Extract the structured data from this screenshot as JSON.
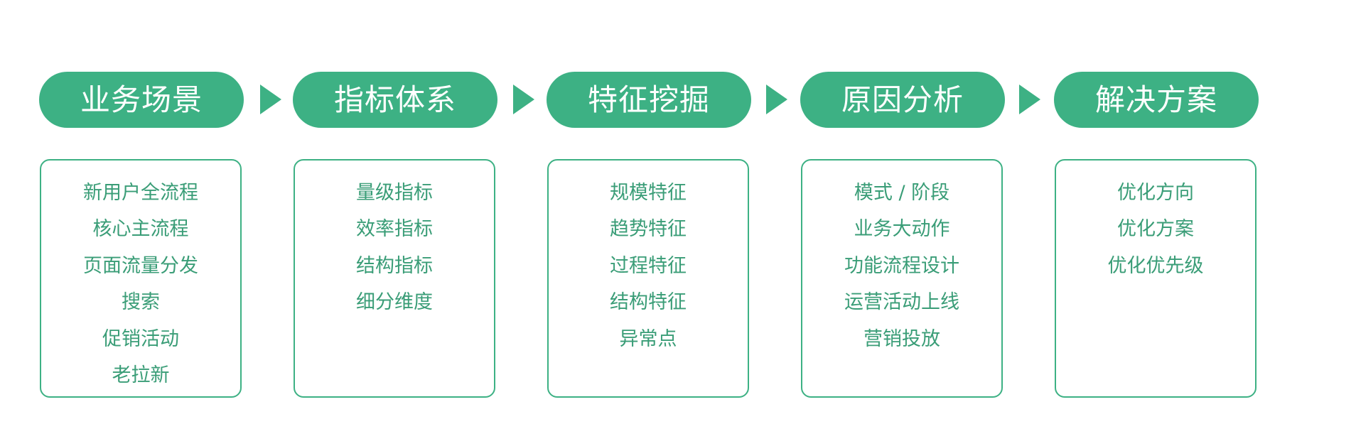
{
  "colors": {
    "accent": "#3db184",
    "item_text": "#3a9d77",
    "background": "#ffffff"
  },
  "steps": [
    {
      "title": "业务场景",
      "items": [
        "新用户全流程",
        "核心主流程",
        "页面流量分发",
        "搜索",
        "促销活动",
        "老拉新"
      ]
    },
    {
      "title": "指标体系",
      "items": [
        "量级指标",
        "效率指标",
        "结构指标",
        "细分维度"
      ]
    },
    {
      "title": "特征挖掘",
      "items": [
        "规模特征",
        "趋势特征",
        "过程特征",
        "结构特征",
        "异常点"
      ]
    },
    {
      "title": "原因分析",
      "items": [
        "模式 / 阶段",
        "业务大动作",
        "功能流程设计",
        "运营活动上线",
        "营销投放"
      ]
    },
    {
      "title": "解决方案",
      "items": [
        "优化方向",
        "优化方案",
        "优化优先级"
      ]
    }
  ]
}
